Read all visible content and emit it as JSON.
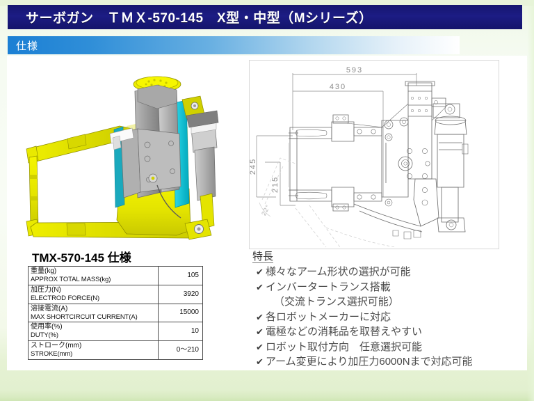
{
  "slide": {
    "title": "サーボガン　ＴＭＸ-570-145　X型・中型（Mシリーズ）",
    "section_label": "仕様",
    "colors": {
      "banner_navy": "#1b1b7d",
      "section_blue": "#1b7fd4",
      "page_green": "#e2f0cf",
      "canvas_white": "#ffffff"
    }
  },
  "product_photo": {
    "alt": "TMX-570-145 X型サーボガン 3D CAD レンダリング",
    "body_color": "#e8e800",
    "bracket_color": "#00c8d8",
    "mechanism_color": "#9a9a9a"
  },
  "spec": {
    "heading": "TMX-570-145 仕様",
    "rows": [
      {
        "ja": "重量(kg)",
        "en": "APPROX TOTAL MASS(kg)",
        "value": "105"
      },
      {
        "ja": "加圧力(N)",
        "en": "ELECTROD FORCE(N)",
        "value": "3920"
      },
      {
        "ja": "溶接電流(A)",
        "en": "MAX SHORTCIRCUIT CURRENT(A)",
        "value": "15000"
      },
      {
        "ja": "使用率(%)",
        "en": "DUTY(%)",
        "value": "10"
      },
      {
        "ja": "ストローク(mm)",
        "en": "STROKE(mm)",
        "value": "0〜210"
      }
    ]
  },
  "drawing": {
    "dimensions": {
      "overall_length": "593",
      "arm_length": "430",
      "throat_depth": "245",
      "inner_height": "215"
    }
  },
  "features": {
    "heading": "特長",
    "check_glyph": "✔",
    "items": [
      {
        "text": "様々なアーム形状の選択が可能",
        "sub": false
      },
      {
        "text": "インバータートランス搭載",
        "sub": false
      },
      {
        "text": "（交流トランス選択可能）",
        "sub": true
      },
      {
        "text": "各ロボットメーカーに対応",
        "sub": false
      },
      {
        "text": "電極などの消耗品を取替えやすい",
        "sub": false
      },
      {
        "text": "ロボット取付方向　任意選択可能",
        "sub": false
      },
      {
        "text": "アーム変更により加圧力6000Nまで対応可能",
        "sub": false
      }
    ]
  }
}
